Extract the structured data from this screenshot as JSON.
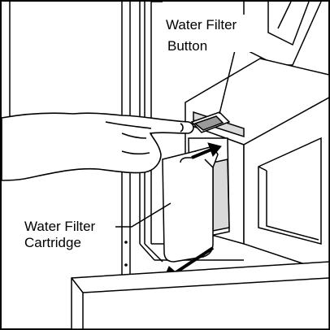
{
  "labels": {
    "button_line1": "Water Filter",
    "button_line2": "Button",
    "cartridge_line1": "Water Filter",
    "cartridge_line2": "Cartridge"
  },
  "colors": {
    "line": "#000000",
    "fill_light": "#ffffff",
    "fill_shade": "#d9d9d9",
    "fill_dark": "#9a9a9a"
  }
}
